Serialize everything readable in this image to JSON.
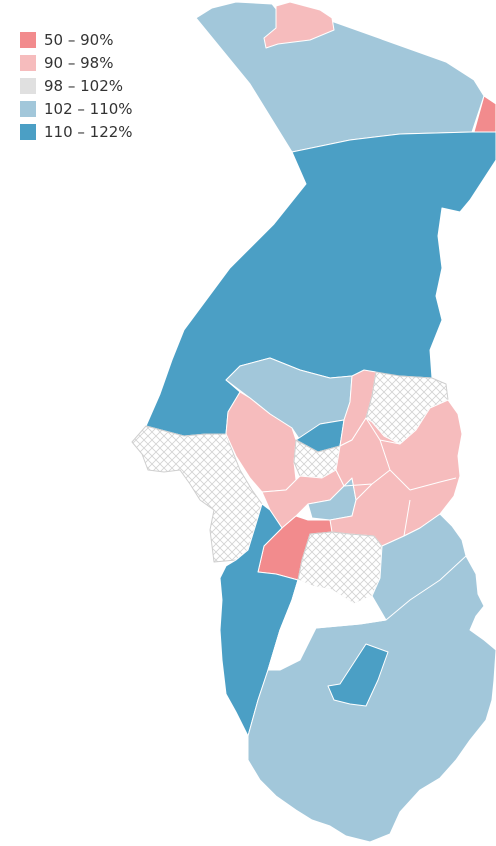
{
  "colors": {
    "c50_90": "#f28b8d",
    "c90_98": "#f6bcbd",
    "c98_102": "#e0e0e0",
    "c102_110": "#a2c7da",
    "c110_122": "#4b9fc5",
    "nodata_hatch": "#cccccc"
  },
  "legend": {
    "items": [
      {
        "label": "50 – 90%",
        "color": "#f28b8d"
      },
      {
        "label": "90 – 98%",
        "color": "#f6bcbd"
      },
      {
        "label": "98 – 102%",
        "color": "#e0e0e0"
      },
      {
        "label": "102 – 110%",
        "color": "#a2c7da"
      },
      {
        "label": "110 – 122%",
        "color": "#4b9fc5"
      }
    ]
  }
}
